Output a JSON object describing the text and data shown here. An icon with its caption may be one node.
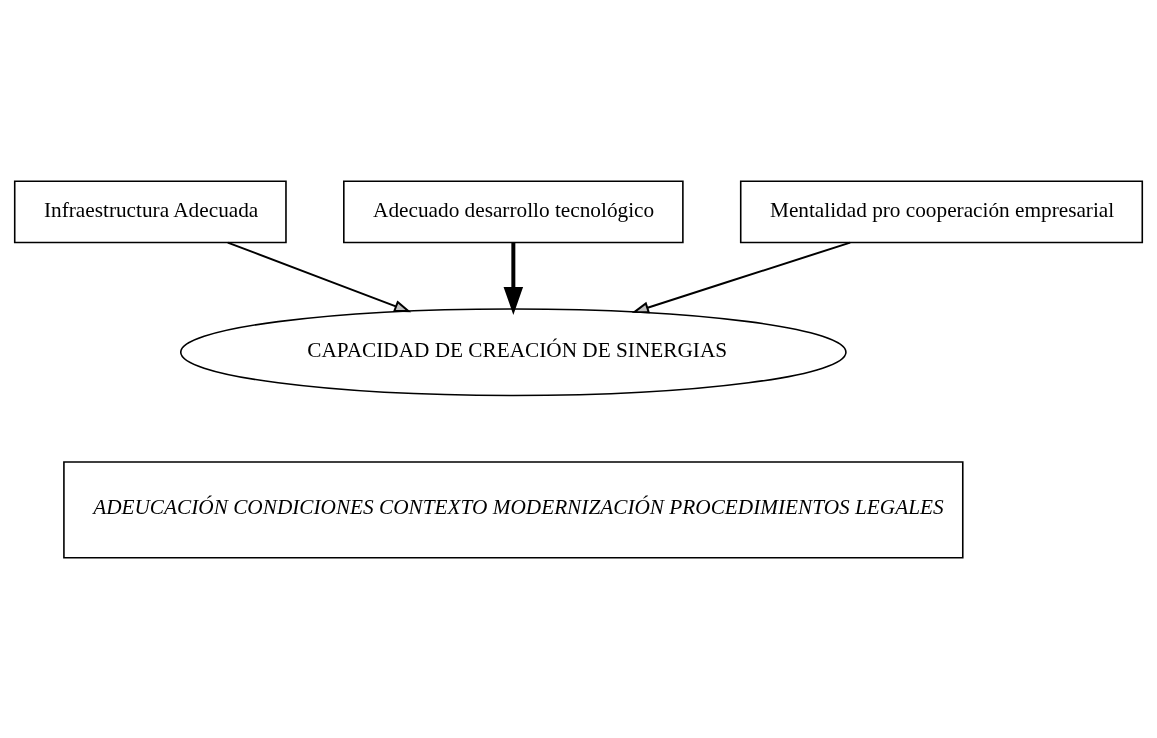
{
  "diagram": {
    "nodes": [
      {
        "text": [
          "Infraestructura Adecuada"
        ]
      },
      {
        "text": [
          "Adecuado desarrollo tecnológico"
        ]
      },
      {
        "text": [
          "Mentalidad pro cooperación empresarial"
        ]
      },
      {
        "text": [
          "CAPACIDAD DE CREACIÓN DE SINERGIAS"
        ]
      },
      {
        "text": [
          "ADEUCACIÓN CONDICIONES CONTEXTO MODERNIZACIÓN PROCEDIMIENTOS LEGALES"
        ]
      }
    ],
    "edges": [
      {
        "from": 0,
        "to": 3,
        "arrow": "to"
      },
      {
        "from": 1,
        "to": 3,
        "arrow": "to",
        "style": "thick"
      },
      {
        "from": 2,
        "to": 3,
        "arrow": "to"
      }
    ]
  }
}
